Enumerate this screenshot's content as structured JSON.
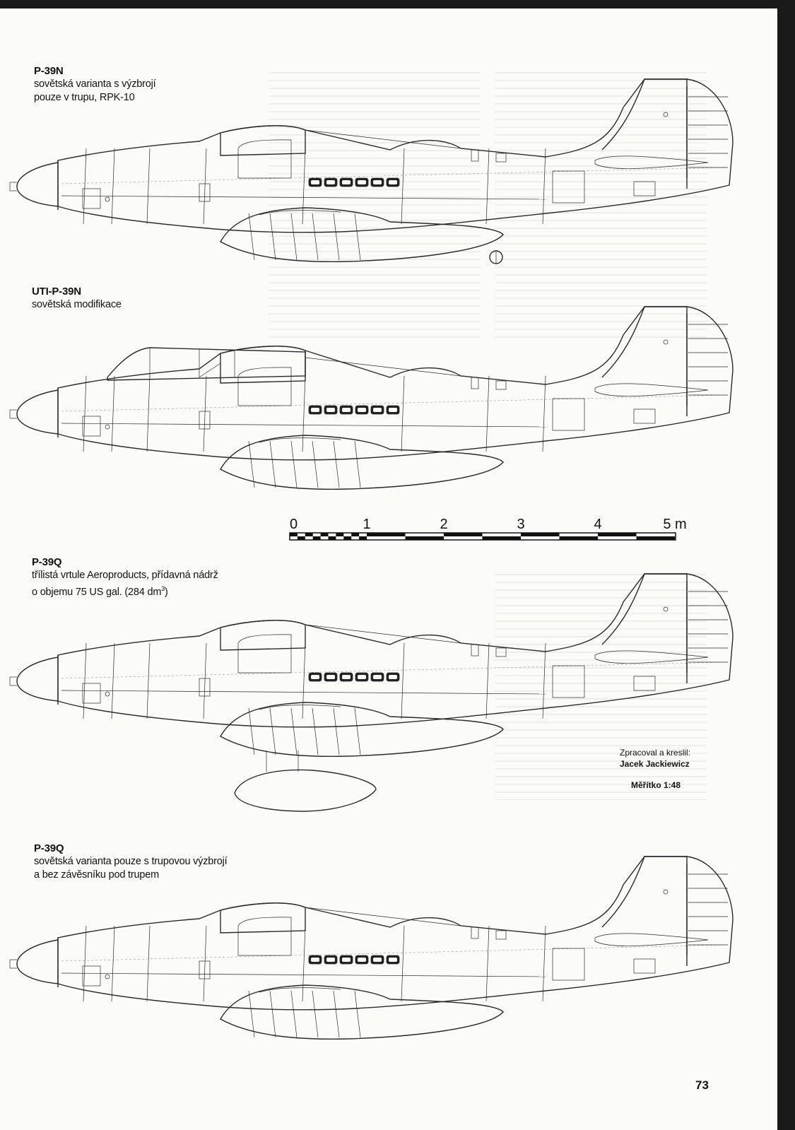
{
  "drawings": [
    {
      "designation": "P-39N",
      "lines": [
        "sovětská varianta s výzbrojí",
        "pouze v trupu, RPK-10"
      ]
    },
    {
      "designation": "UTI-P-39N",
      "lines": [
        "sovětská modifikace"
      ]
    },
    {
      "designation": "P-39Q",
      "lines": [
        "třílistá vrtule Aeroproducts, přídavná nádrž",
        "o objemu 75 US gal. (284 dm",
        ")"
      ],
      "superscript": "3"
    },
    {
      "designation": "P-39Q",
      "lines": [
        "sovětská varianta pouze s trupovou výzbrojí",
        "a bez závěsníku pod trupem"
      ]
    }
  ],
  "scale_bar": {
    "ticks": [
      "0",
      "1",
      "2",
      "3",
      "4",
      "5 m"
    ]
  },
  "credit": {
    "label": "Zpracoval a kreslil:",
    "author": "Jacek Jackiewicz",
    "scale": "Měřítko 1:48"
  },
  "page_number": "73",
  "colors": {
    "line": "#2a2a2a",
    "paper": "#fbfbf8"
  },
  "icons": [
    "aircraft-profile-drawing"
  ]
}
